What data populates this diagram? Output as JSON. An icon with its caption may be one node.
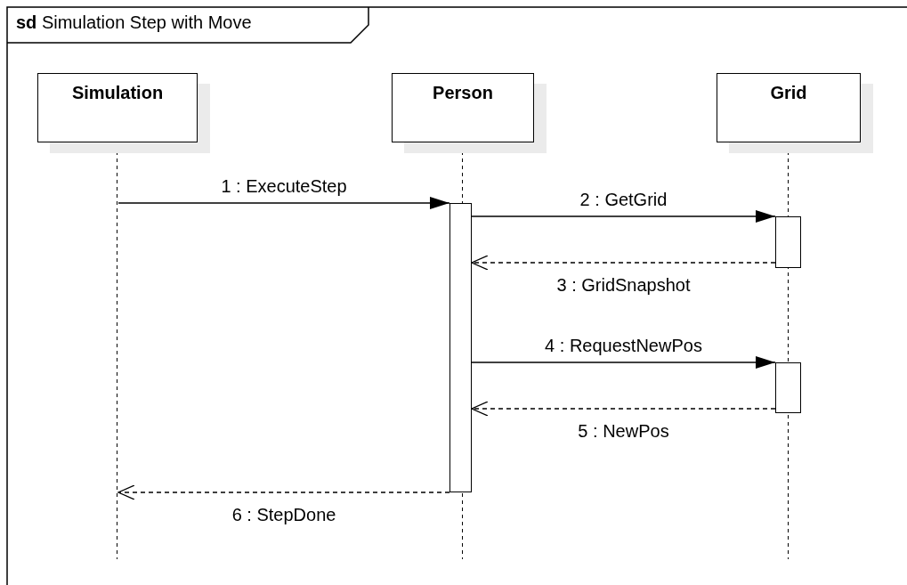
{
  "diagram": {
    "title": "**sd** Simulation Step with Move",
    "nodes": [
      {
        "text": [
          "Simulation"
        ]
      },
      {
        "text": [
          "Person"
        ]
      },
      {
        "text": [
          "Grid"
        ]
      },
      {
        "text": [],
        "shape": "bar",
        "in": 1
      },
      {
        "text": [],
        "shape": "bar",
        "in": 2
      },
      {
        "text": [],
        "shape": "bar",
        "in": 2
      }
    ],
    "edges": [
      {
        "from": 0,
        "to": 3,
        "arrow": "to",
        "label": "1 : ExecuteStep"
      },
      {
        "from": 3,
        "to": 4,
        "arrow": "to",
        "label": "2 : GetGrid"
      },
      {
        "from": 4,
        "to": 3,
        "arrow": "to",
        "label": "3 : GridSnapshot",
        "style": "dashed"
      },
      {
        "from": 3,
        "to": 5,
        "arrow": "to",
        "label": "4 : RequestNewPos"
      },
      {
        "from": 5,
        "to": 3,
        "arrow": "to",
        "label": "5 : NewPos",
        "style": "dashed"
      },
      {
        "from": 3,
        "to": 0,
        "arrow": "to",
        "label": "6 : StepDone",
        "style": "dashed"
      }
    ]
  }
}
